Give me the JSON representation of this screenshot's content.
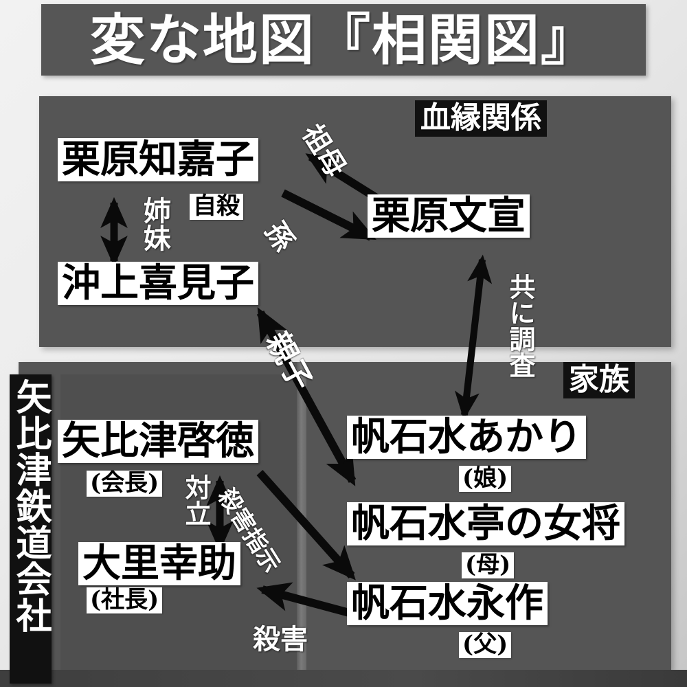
{
  "title": "変な地図『相関図』",
  "sections": {
    "kinship": "血縁関係",
    "family": "家族",
    "railway": "矢比津鉄道会社"
  },
  "people": [
    {
      "id": "kurihara-chikako",
      "name": "栗原知嘉子",
      "note": "自殺"
    },
    {
      "id": "okigami-kimiko",
      "name": "沖上喜見子",
      "note": ""
    },
    {
      "id": "kurihara-fuminobu",
      "name": "栗原文宣",
      "note": ""
    },
    {
      "id": "hoishimizu-akari",
      "name": "帆石水あかり",
      "note": "(娘)"
    },
    {
      "id": "hoishimizu-okami",
      "name": "帆石水亭の女将",
      "note": "(母)"
    },
    {
      "id": "hoishimizu-eisaku",
      "name": "帆石水永作",
      "note": "(父)"
    },
    {
      "id": "yabitsu-keitoku",
      "name": "矢比津啓徳",
      "note": "(会長)"
    },
    {
      "id": "osato-kosuke",
      "name": "大里幸助",
      "note": "(社長)"
    }
  ],
  "relations": [
    {
      "id": "sisters",
      "label": "姉妹",
      "kind": "double"
    },
    {
      "id": "grandmother",
      "label": "祖母",
      "kind": "single"
    },
    {
      "id": "grandchild",
      "label": "孫",
      "kind": "single"
    },
    {
      "id": "investigate",
      "label": "共に調査",
      "kind": "double"
    },
    {
      "id": "parent-child",
      "label": "親子",
      "kind": "double"
    },
    {
      "id": "conflict",
      "label": "対立",
      "kind": "double"
    },
    {
      "id": "murder-order",
      "label": "殺害指示",
      "kind": "single"
    },
    {
      "id": "murder",
      "label": "殺害",
      "kind": "single"
    }
  ],
  "colors": {
    "panel": "#555555",
    "panel_shade": "#4f4f4f",
    "header_bg": "#111111",
    "header_fg": "#ffffff",
    "name_bg": "#ffffff",
    "name_fg": "#000000",
    "arrow": "#0a0a0a",
    "banner": "#565656"
  }
}
